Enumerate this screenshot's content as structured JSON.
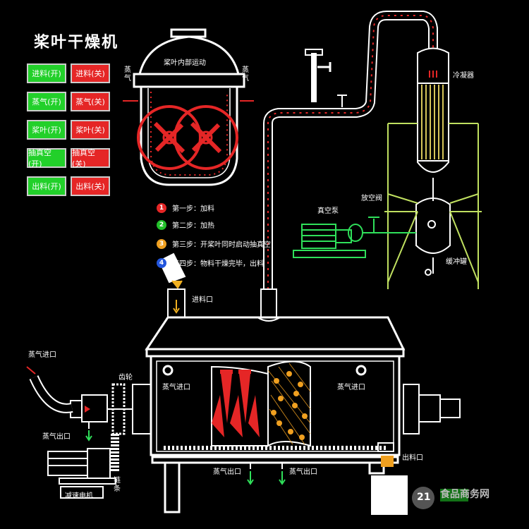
{
  "title": "桨叶干燥机",
  "controls": [
    {
      "on": "进料(开)",
      "off": "进料(关)"
    },
    {
      "on": "蒸气(开)",
      "off": "蒸气(关)"
    },
    {
      "on": "桨叶(开)",
      "off": "桨叶(关)"
    },
    {
      "on": "抽真空(开)",
      "off": "抽真空(关)"
    },
    {
      "on": "出料(开)",
      "off": "出料(关)"
    }
  ],
  "cross_section": {
    "title": "桨叶内部运动",
    "steam_left": "蒸气",
    "steam_right": "蒸气"
  },
  "steps": [
    {
      "num": "1",
      "text": "第一步：加料",
      "color": "#e52626"
    },
    {
      "num": "2",
      "text": "第二步：加热",
      "color": "#22c02a"
    },
    {
      "num": "3",
      "text": "第三步：开桨叶同时启动抽真空",
      "color": "#f0a020"
    },
    {
      "num": "4",
      "text": "第四步：物料干燥完毕，出料",
      "color": "#2255dd"
    }
  ],
  "labels": {
    "condenser": "冷凝器",
    "vent_valve": "放空阀",
    "vacuum_pump": "真空泵",
    "buffer_tank": "缓冲罐",
    "feed_inlet": "进料口",
    "steam_inlet_outer": "蒸气进口",
    "gear": "齿轮",
    "steam_inlet_left": "蒸气进口",
    "steam_inlet_right": "蒸气进口",
    "steam_outlet_left": "蒸气出口",
    "steam_outlet_mid1": "蒸气出口",
    "steam_outlet_mid2": "蒸气出口",
    "discharge": "出料口",
    "chain": "链条",
    "motor": "减速电机"
  },
  "watermark": "食品商务网",
  "watermark_num": "21"
}
